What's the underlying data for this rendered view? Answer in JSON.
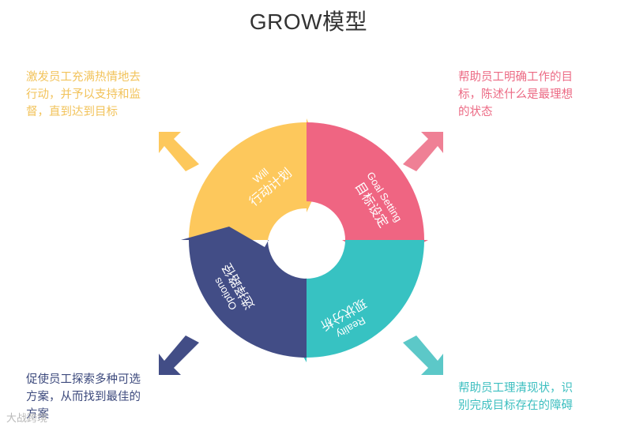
{
  "title": "GROW模型",
  "colors": {
    "will": "#fdc85c",
    "goal": "#ef6582",
    "reality": "#37c2c2",
    "options": "#424d86"
  },
  "segments": {
    "will": {
      "en": "Will",
      "cn": "行动计划"
    },
    "goal": {
      "en": "Goal Setting",
      "cn": "目标设定"
    },
    "reality": {
      "en": "Reality",
      "cn": "现状分析"
    },
    "options": {
      "en": "Options",
      "cn": "选择路径"
    }
  },
  "descriptions": {
    "will": [
      "激发员工充满热情地去",
      "行动，并予以支持和监",
      "督，直到达到目标"
    ],
    "goal": [
      "帮助员工明确工作的目",
      "标，陈述什么是最理想",
      "的状态"
    ],
    "options": [
      "促使员工探索多种可选",
      "方案，从而找到最佳的",
      "方案"
    ],
    "reality": [
      "帮助员工理清现状，识",
      "别完成目标存在的障碍"
    ]
  },
  "icons": {
    "will": "arrow-up-left-icon",
    "goal": "arrow-up-right-icon",
    "options": "arrow-down-left-icon",
    "reality": "arrow-down-right-icon"
  },
  "watermark": "大战跨境"
}
